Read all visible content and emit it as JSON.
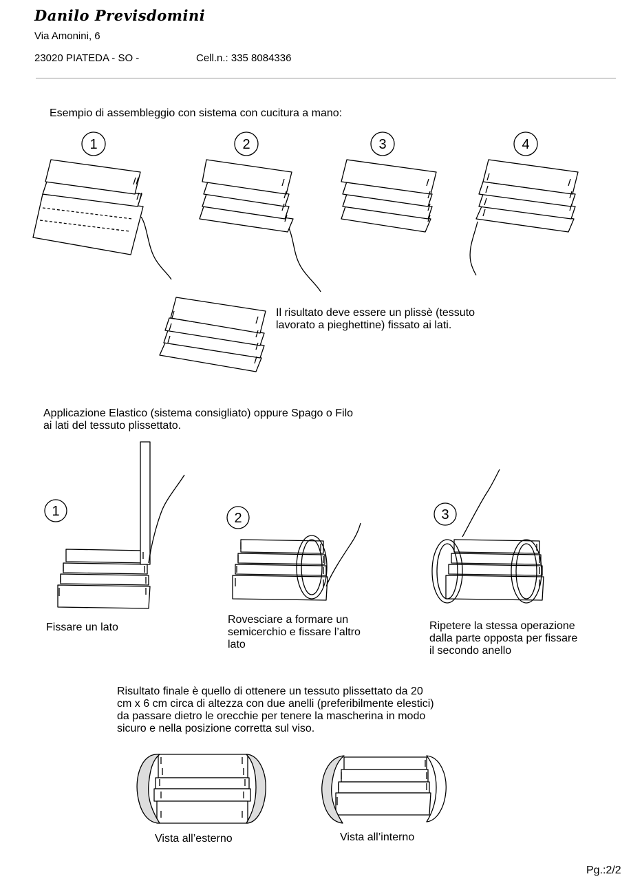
{
  "header": {
    "name": "Danilo Previsdomini",
    "address": "Via Amonini, 6",
    "city": "23020  PIATEDA  - SO -",
    "phone": "Cell.n.: 335 8084336"
  },
  "section1": {
    "title": "Esempio di assembleggio con sistema con cucitura a mano:",
    "steps": [
      "1",
      "2",
      "3",
      "4"
    ],
    "result": "Il risultato deve essere un plissè (tessuto\nlavorato a pieghettine) fissato ai lati."
  },
  "section2": {
    "title": "Applicazione Elastico (sistema consigliato) oppure Spago o Filo\nai lati del tessuto plissettato.",
    "steps": [
      "1",
      "2",
      "3"
    ],
    "captions": [
      "Fissare un lato",
      "Rovesciare a formare un\nsemicerchio e fissare l’altro\nlato",
      "Ripetere la stessa operazione\ndalla parte opposta per fissare\nil secondo anello"
    ]
  },
  "section3": {
    "text": "Risultato finale è quello di ottenere un tessuto plissettato da 20\ncm x 6 cm circa di altezza con due anelli (preferibilmente elestici)\nda passare dietro le orecchie per tenere la mascherina in modo\nsicuro e nella posizione corretta sul viso.",
    "view_outside": "Vista all’esterno",
    "view_inside": "Vista all’interno"
  },
  "footer": {
    "page": "Pg.:2/2"
  }
}
